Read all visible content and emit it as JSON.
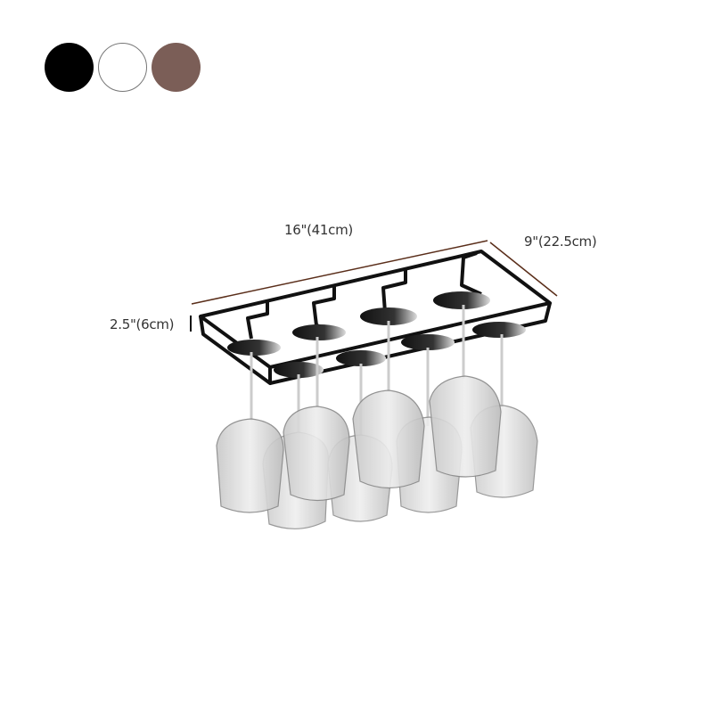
{
  "color_options": [
    {
      "name": "black",
      "color": "#000000"
    },
    {
      "name": "white",
      "color": "#ffffff",
      "border": "#777777"
    },
    {
      "name": "brown",
      "color": "#7b5e57"
    }
  ],
  "dimensions": {
    "length": "16\"(41cm)",
    "depth": "9\"(22.5cm)",
    "height": "2.5\"(6cm)"
  },
  "colors": {
    "dimension_line": "#5a2e1a",
    "rack": "#111111",
    "glass_dark": "#9a9a9a",
    "glass_light": "#d9d9d9"
  }
}
